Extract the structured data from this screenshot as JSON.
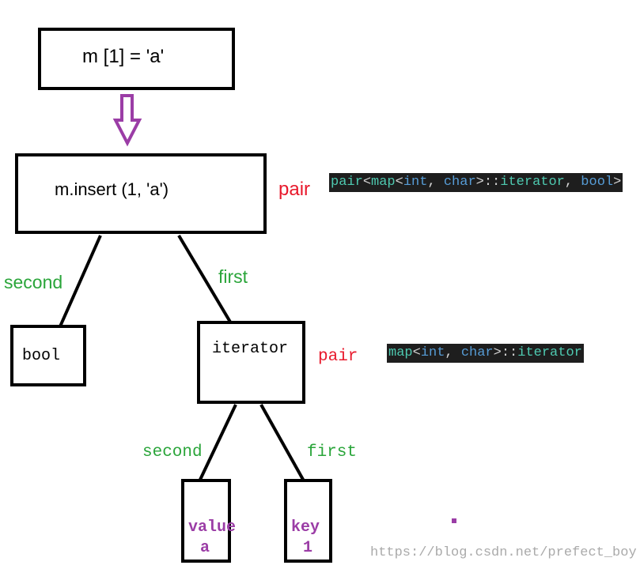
{
  "colors": {
    "green": "#2aa53a",
    "red": "#e8192c",
    "purple": "#9b3da6",
    "code_bg": "#1e1e1e"
  },
  "top_box": {
    "text": "m [1] = 'a'"
  },
  "insert_box": {
    "text": "m.insert (1, 'a')"
  },
  "pair_label_1": "pair",
  "code_1": {
    "tokens": [
      {
        "text": "pair",
        "color": "#4ec9b0"
      },
      {
        "text": "<",
        "color": "#d4d4d4"
      },
      {
        "text": "map",
        "color": "#4ec9b0"
      },
      {
        "text": "<",
        "color": "#d4d4d4"
      },
      {
        "text": "int",
        "color": "#569cd6"
      },
      {
        "text": ", ",
        "color": "#d4d4d4"
      },
      {
        "text": "char",
        "color": "#569cd6"
      },
      {
        "text": ">::",
        "color": "#d4d4d4"
      },
      {
        "text": "iterator",
        "color": "#4ec9b0"
      },
      {
        "text": ", ",
        "color": "#d4d4d4"
      },
      {
        "text": "bool",
        "color": "#569cd6"
      },
      {
        "text": ">",
        "color": "#d4d4d4"
      }
    ]
  },
  "edge_labels": {
    "second_1": "second",
    "first_1": "first",
    "second_2": "second",
    "first_2": "first"
  },
  "bool_box": {
    "text": "bool"
  },
  "iterator_box": {
    "text": "iterator"
  },
  "pair_label_2": "pair",
  "code_2": {
    "tokens": [
      {
        "text": "map",
        "color": "#4ec9b0"
      },
      {
        "text": "<",
        "color": "#d4d4d4"
      },
      {
        "text": "int",
        "color": "#569cd6"
      },
      {
        "text": ", ",
        "color": "#d4d4d4"
      },
      {
        "text": "char",
        "color": "#569cd6"
      },
      {
        "text": ">::",
        "color": "#d4d4d4"
      },
      {
        "text": "iterator",
        "color": "#4ec9b0"
      }
    ]
  },
  "value_box": {
    "line1": "value",
    "line2": "a"
  },
  "key_box": {
    "line1": "key",
    "line2": "1"
  },
  "watermark": "https://blog.csdn.net/prefect_boy"
}
